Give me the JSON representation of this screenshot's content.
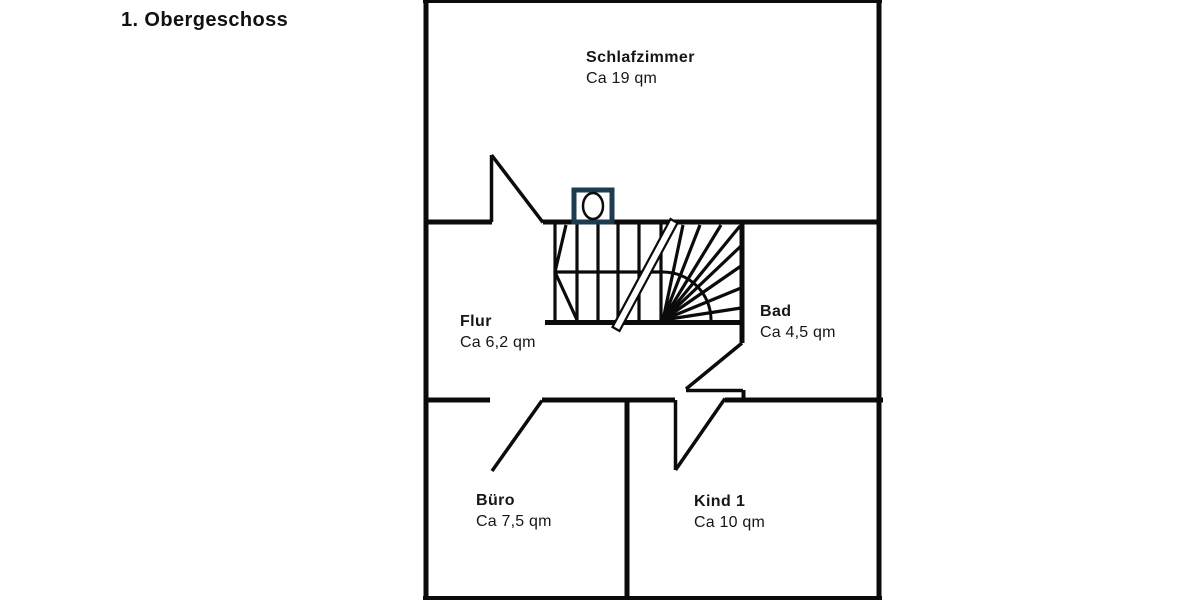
{
  "floor_label": "1. Obergeschoss",
  "rooms": {
    "schlafzimmer": {
      "name": "Schlafzimmer",
      "area": "Ca 19 qm"
    },
    "flur": {
      "name": "Flur",
      "area": "Ca 6,2 qm"
    },
    "bad": {
      "name": "Bad",
      "area": "Ca 4,5 qm"
    },
    "buero": {
      "name": "Büro",
      "area": "Ca 7,5 qm"
    },
    "kind1": {
      "name": "Kind 1",
      "area": "Ca 10 qm"
    }
  },
  "icons": {
    "window": "window-icon"
  },
  "colors": {
    "wall": "#0b0b0b",
    "window_frame": "#1d3c4e",
    "background": "#ffffff",
    "text": "#161616"
  }
}
